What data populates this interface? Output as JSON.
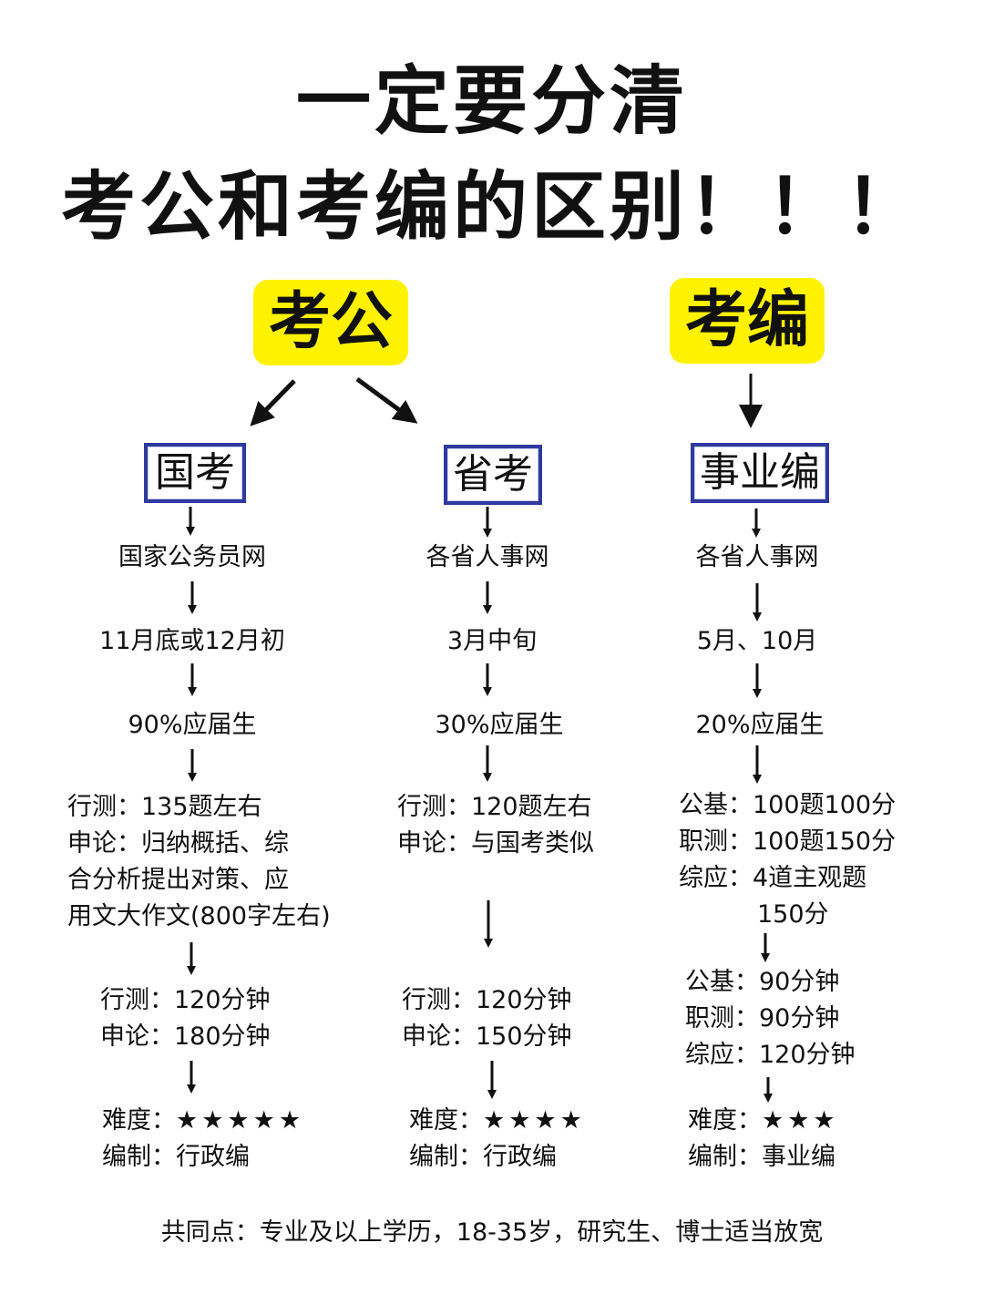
{
  "title": {
    "line1": "一定要分清",
    "line2": "考公和考编的区别！！！"
  },
  "categories": {
    "kaogong": "考公",
    "kaobian": "考编"
  },
  "columns": [
    {
      "name": "国考",
      "site": "国家公务员网",
      "time": "11月底或12月初",
      "ratio": "90%应届生",
      "content": [
        "行测：135题左右",
        "申论：归纳概括、综",
        "合分析提出对策、应",
        "用文大作文(800字左右)"
      ],
      "duration": [
        "行测：120分钟",
        "申论：180分钟"
      ],
      "difficulty_label": "难度：",
      "difficulty_stars": "★★★★★",
      "bianzhi": "编制：行政编"
    },
    {
      "name": "省考",
      "site": "各省人事网",
      "time": "3月中旬",
      "ratio": "30%应届生",
      "content": [
        "行测：120题左右",
        "申论：与国考类似"
      ],
      "duration": [
        "行测：120分钟",
        "申论：150分钟"
      ],
      "difficulty_label": "难度：",
      "difficulty_stars": "★★★★",
      "bianzhi": "编制：行政编"
    },
    {
      "name": "事业编",
      "site": "各省人事网",
      "time": "5月、10月",
      "ratio": "20%应届生",
      "content": [
        "公基：100题100分",
        "职测：100题150分",
        "综应：4道主观题",
        "150分"
      ],
      "duration": [
        "公基：90分钟",
        "职测：90分钟",
        "综应：120分钟"
      ],
      "difficulty_label": "难度：",
      "difficulty_stars": "★★★",
      "bianzhi": "编制：事业编"
    }
  ],
  "footer": "共同点：专业及以上学历，18-35岁，研究生、博士适当放宽",
  "colors": {
    "highlight": "#fff200",
    "box_border": "#2e3a9e",
    "text": "#111111"
  }
}
